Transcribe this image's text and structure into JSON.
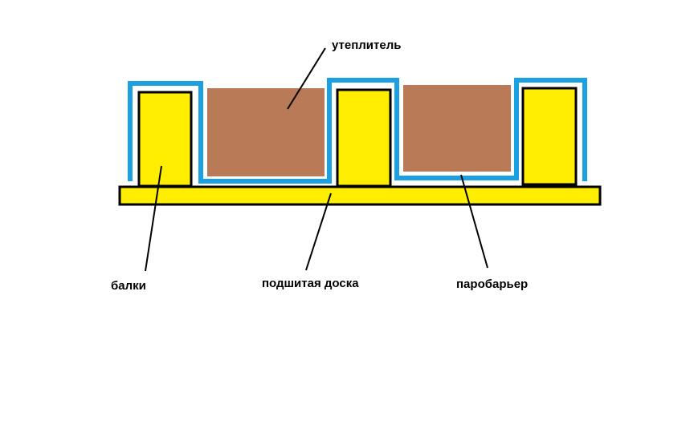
{
  "labels": {
    "insulation": "утеплитель",
    "beams": "балки",
    "board": "подшитая доска",
    "vapor_barrier": "паробарьер"
  },
  "colors": {
    "background": "#ffffff",
    "wood": "#ffee00",
    "insulation": "#b97a57",
    "vapor_barrier": "#1ba1e2",
    "outline": "#000000"
  }
}
